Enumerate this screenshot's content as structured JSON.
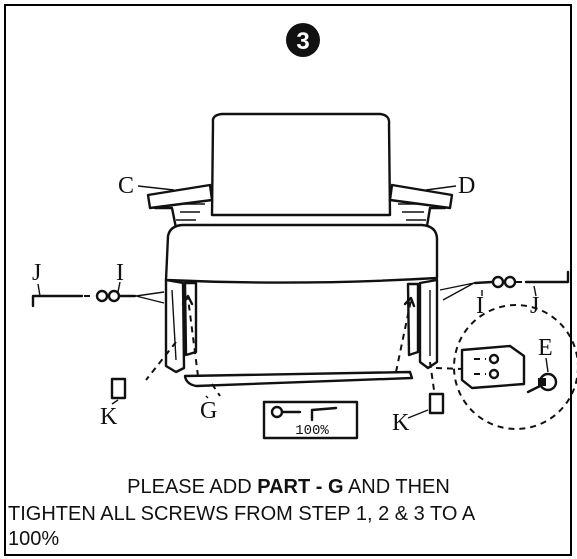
{
  "step_number": "3",
  "parts": {
    "C": "C",
    "D": "D",
    "E": "E",
    "G": "G",
    "I_left": "I",
    "I_right": "I",
    "J_left": "J",
    "J_right": "J",
    "K_left": "K",
    "K_right": "K"
  },
  "tool_badge_text": "100%",
  "instructions": {
    "line1_pre": "PLEASE ADD ",
    "line1_bold": "PART - G",
    "line1_post": " AND THEN",
    "line2": "TIGHTEN ALL SCREWS FROM STEP 1, 2 & 3 TO A",
    "line3": "100%"
  }
}
